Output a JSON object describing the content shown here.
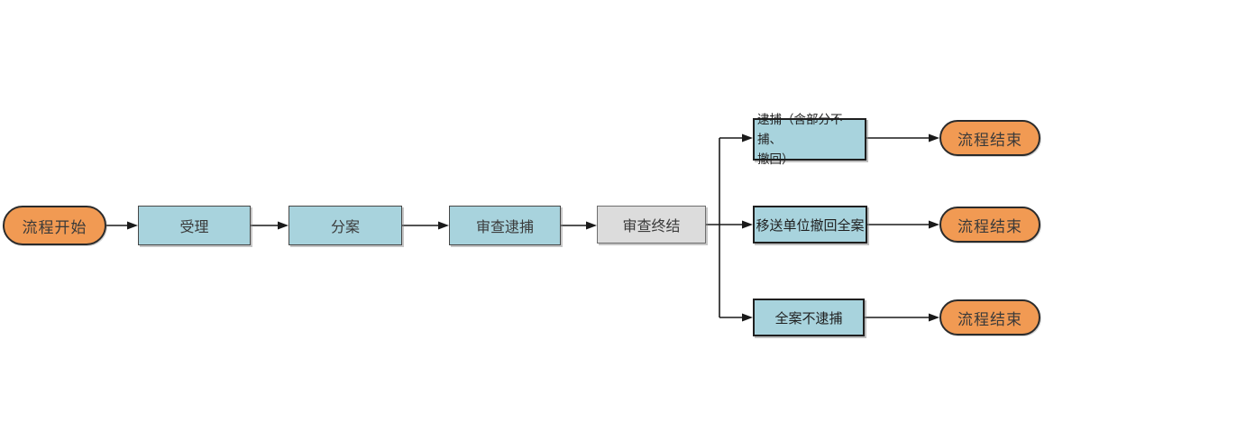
{
  "flowchart": {
    "nodes": {
      "start": {
        "label": "流程开始",
        "type": "start-terminator"
      },
      "accept": {
        "label": "受理",
        "type": "process-step"
      },
      "assign": {
        "label": "分案",
        "type": "process-step"
      },
      "review_arrest": {
        "label": "审查逮捕",
        "type": "process-step"
      },
      "review_conclude": {
        "label": "审查终结",
        "type": "current-step"
      },
      "outcome_arrest": {
        "label": "逮捕（含部分不捕、\n撤回）",
        "type": "outcome-step"
      },
      "outcome_transfer": {
        "label": "移送单位撤回全案",
        "type": "outcome-step"
      },
      "outcome_noarrest": {
        "label": "全案不逮捕",
        "type": "outcome-step"
      },
      "end_1": {
        "label": "流程结束",
        "type": "end-terminator"
      },
      "end_2": {
        "label": "流程结束",
        "type": "end-terminator"
      },
      "end_3": {
        "label": "流程结束",
        "type": "end-terminator"
      }
    },
    "edges": [
      {
        "from": "start",
        "to": "accept"
      },
      {
        "from": "accept",
        "to": "assign"
      },
      {
        "from": "assign",
        "to": "review_arrest"
      },
      {
        "from": "review_arrest",
        "to": "review_conclude"
      },
      {
        "from": "review_conclude",
        "to": "outcome_arrest"
      },
      {
        "from": "review_conclude",
        "to": "outcome_transfer"
      },
      {
        "from": "review_conclude",
        "to": "outcome_noarrest"
      },
      {
        "from": "outcome_arrest",
        "to": "end_1"
      },
      {
        "from": "outcome_transfer",
        "to": "end_2"
      },
      {
        "from": "outcome_noarrest",
        "to": "end_3"
      }
    ],
    "colors": {
      "step_fill": "#A8D3DD",
      "terminator_fill": "#F19A53",
      "current_step_fill": "#DCDCDC",
      "connector": "#1a1a1a",
      "text": "#3a3a3a"
    }
  }
}
